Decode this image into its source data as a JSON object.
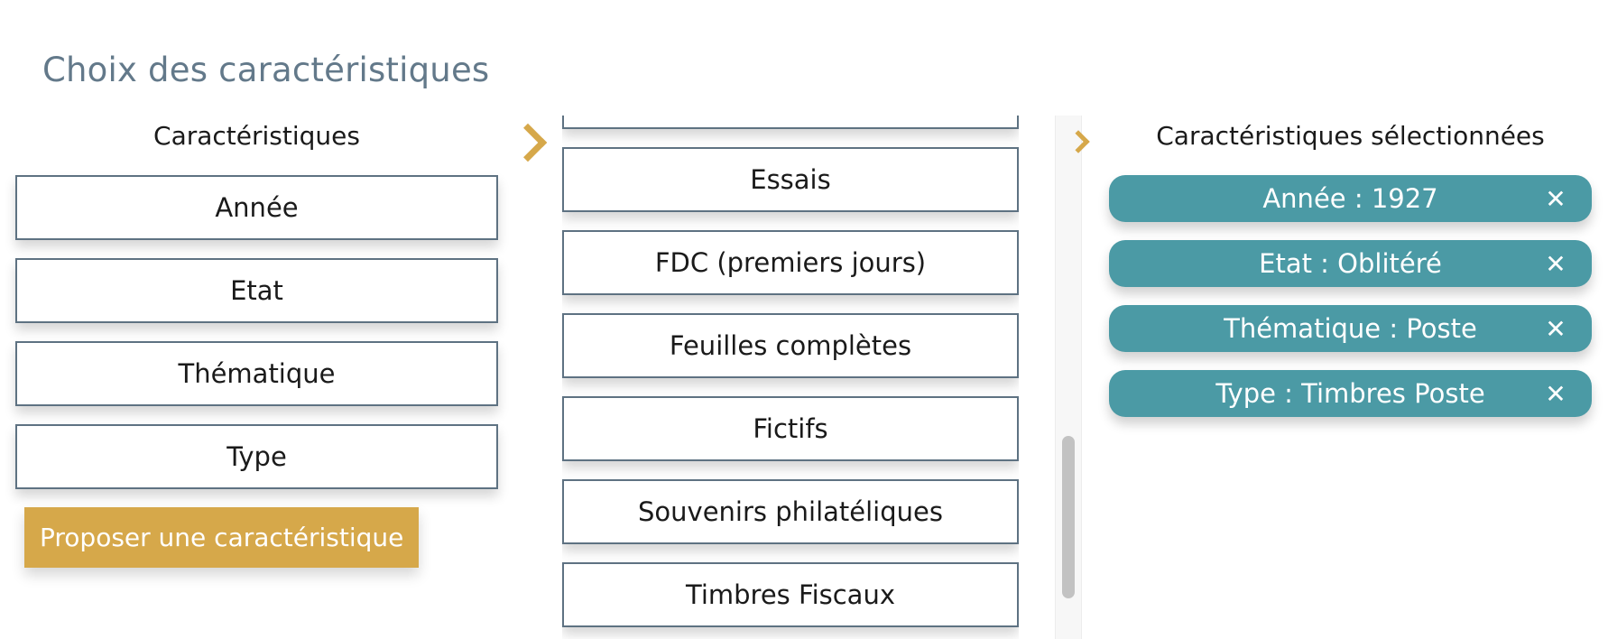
{
  "page": {
    "title": "Choix des caractéristiques"
  },
  "left": {
    "heading": "Caractéristiques",
    "options": [
      {
        "label": "Année"
      },
      {
        "label": "Etat"
      },
      {
        "label": "Thématique"
      },
      {
        "label": "Type"
      }
    ],
    "propose_button": "Proposer une caractéristique"
  },
  "middle": {
    "options": [
      {
        "label": ""
      },
      {
        "label": "Essais"
      },
      {
        "label": "FDC (premiers jours)"
      },
      {
        "label": "Feuilles complètes"
      },
      {
        "label": "Fictifs"
      },
      {
        "label": "Souvenirs philatéliques"
      },
      {
        "label": "Timbres Fiscaux"
      }
    ]
  },
  "right": {
    "heading": "Caractéristiques sélectionnées",
    "chips": [
      {
        "label": "Année : 1927"
      },
      {
        "label": "Etat : Oblitéré"
      },
      {
        "label": "Thématique : Poste"
      },
      {
        "label": "Type : Timbres Poste"
      }
    ],
    "close_glyph": "✕"
  },
  "colors": {
    "accent": "#d6a84a",
    "chip": "#4b9aa5",
    "title": "#63798a",
    "border": "#5e7282"
  },
  "icons": {
    "chevron": "chevron-right-icon",
    "close": "close-icon"
  }
}
